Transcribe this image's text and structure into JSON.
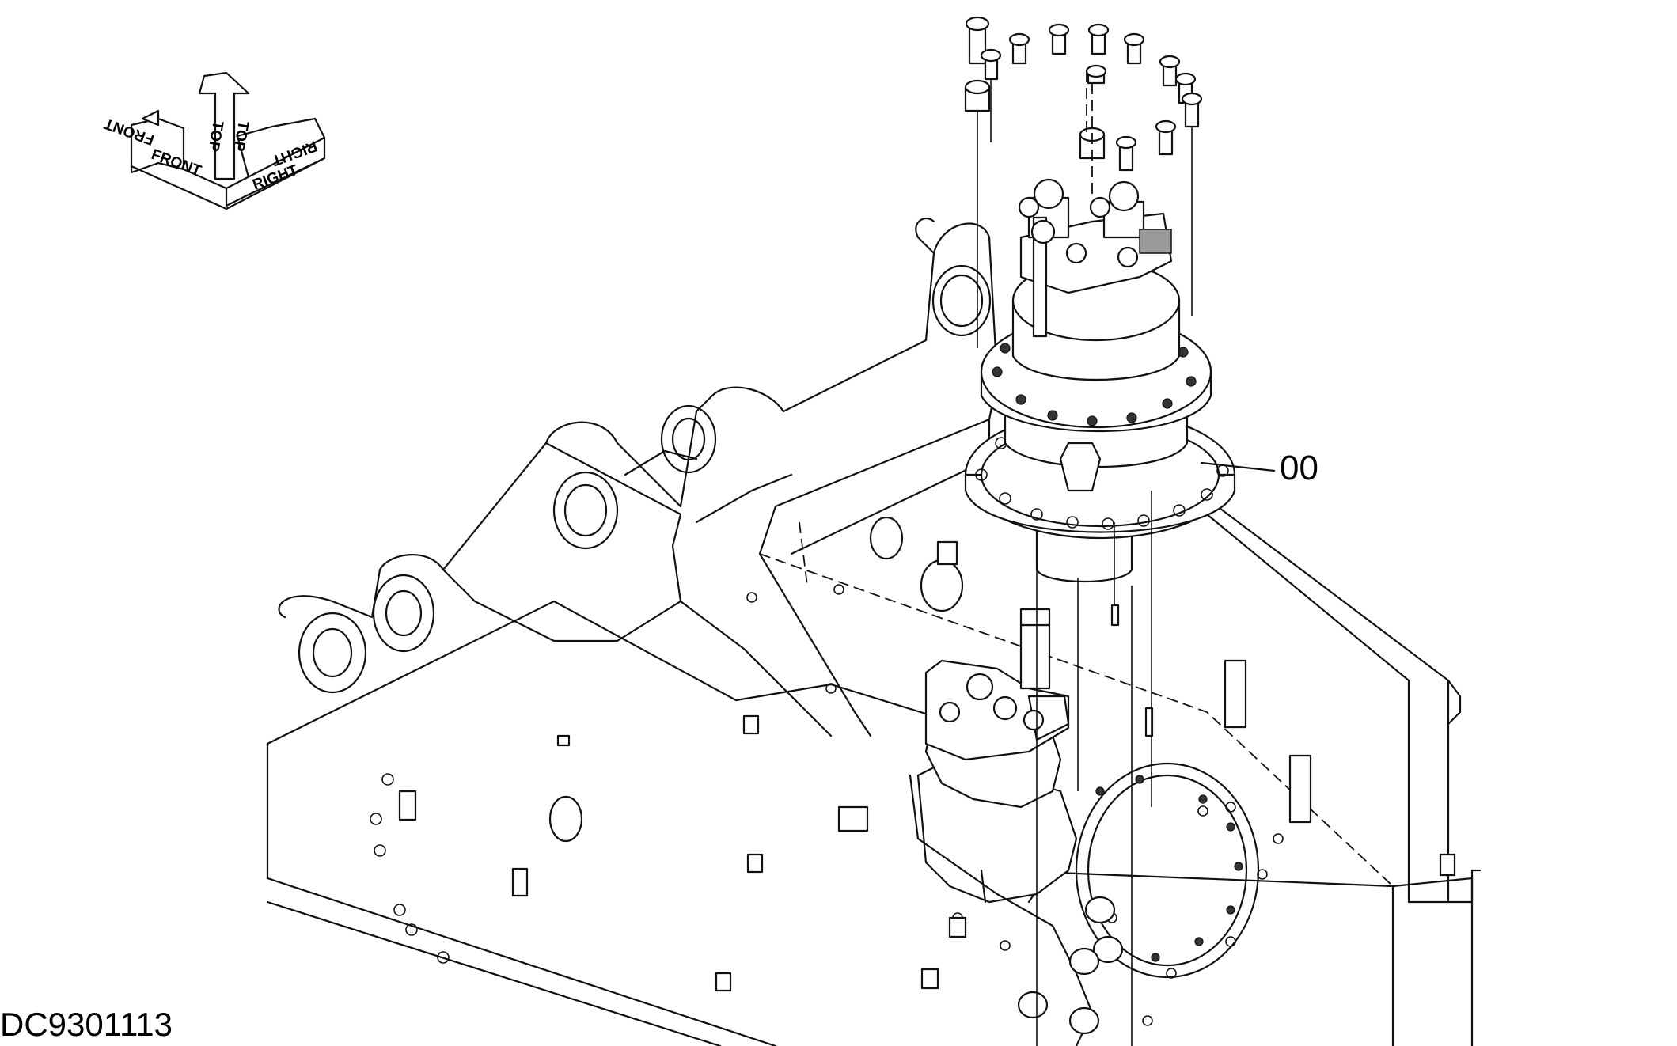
{
  "figure_id": "DC9301113",
  "callouts": [
    {
      "label": "00"
    }
  ],
  "orientation_indicator": {
    "labels": {
      "front": "FRONT",
      "top": "TOP",
      "right": "RIGHT"
    }
  },
  "icons": [
    "orientation-arrows-icon"
  ]
}
